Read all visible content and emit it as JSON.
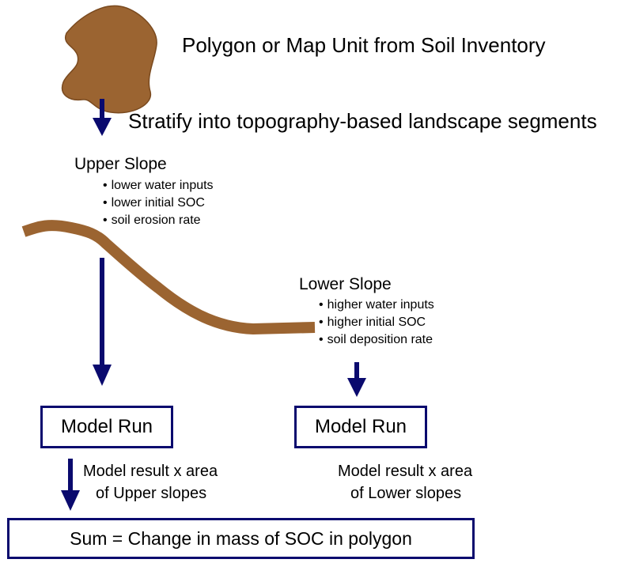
{
  "top": {
    "polygon_caption": "Polygon or Map Unit from Soil Inventory",
    "stratify_caption": "Stratify into topography-based landscape segments"
  },
  "upper": {
    "heading": "Upper Slope",
    "bullets": [
      "lower water inputs",
      "lower initial SOC",
      "soil erosion rate"
    ],
    "model_label": "Model Run",
    "result_line1": "Model result x area",
    "result_line2": "of Upper slopes"
  },
  "lower": {
    "heading": "Lower Slope",
    "bullets": [
      "higher water inputs",
      "higher initial SOC",
      "soil deposition rate"
    ],
    "model_label": "Model Run",
    "result_line1": "Model result x area",
    "result_line2": "of Lower slopes"
  },
  "sum": {
    "label": "Sum = Change in mass of SOC in polygon"
  },
  "colors": {
    "soil": "#9b6431",
    "arrow": "#0a0a6e",
    "border": "#0a0a6e"
  }
}
